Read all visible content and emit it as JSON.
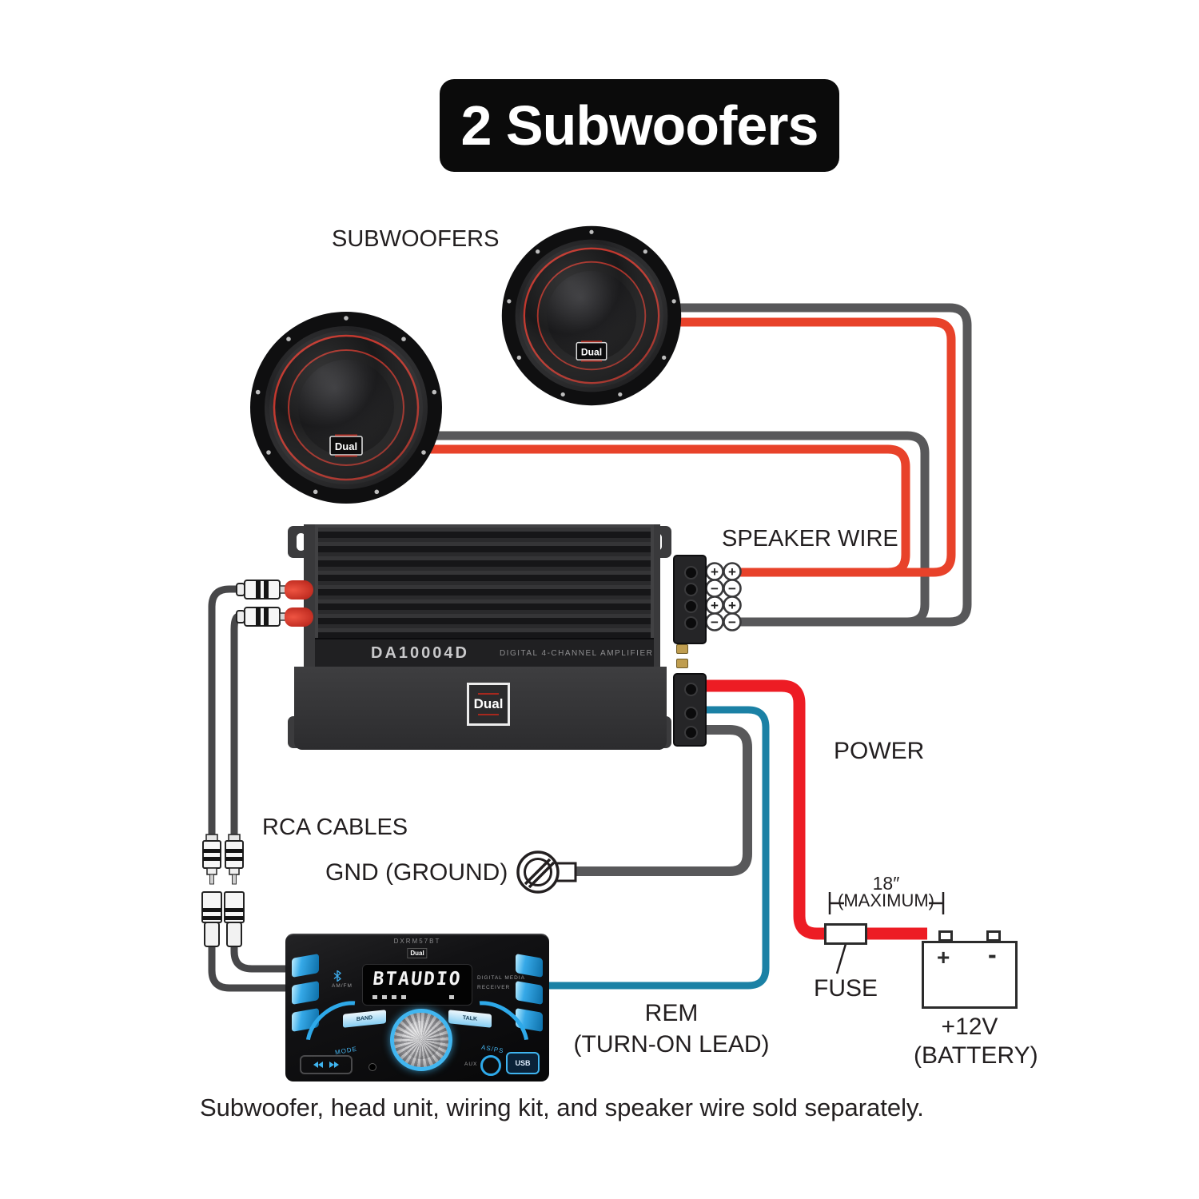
{
  "title": "2 Subwoofers",
  "brand": "Dual",
  "labels": {
    "subwoofers": "SUBWOOFERS",
    "speaker_wire": "SPEAKER WIRE",
    "power": "POWER",
    "rca_cables": "RCA CABLES",
    "gnd": "GND (GROUND)",
    "rem1": "REM",
    "rem2": "(TURN-ON LEAD)",
    "fuse": "FUSE",
    "max_len": "18″",
    "max_q": "(MAXIMUM)",
    "batt1": "+12V",
    "batt2": "(BATTERY)",
    "plus": "+",
    "minus": "-"
  },
  "amp": {
    "model": "DA10004D",
    "desc": "DIGITAL 4-CHANNEL AMPLIFIER",
    "terminals": [
      [
        "+",
        "+"
      ],
      [
        "−",
        "−"
      ],
      [
        "+",
        "+"
      ],
      [
        "−",
        "−"
      ]
    ]
  },
  "head_unit": {
    "model": "DXRM57BT",
    "display": "BTAUDIO",
    "radio": "AM/FM",
    "right1": "DIGITAL MEDIA",
    "right2": "RECEIVER",
    "band": "BAND",
    "talk": "TALK",
    "mode": "MODE",
    "asps": "AS/PS",
    "aux": "AUX",
    "usb": "USB"
  },
  "footnote": "Subwoofer, head unit, wiring kit, and speaker wire sold separately."
}
